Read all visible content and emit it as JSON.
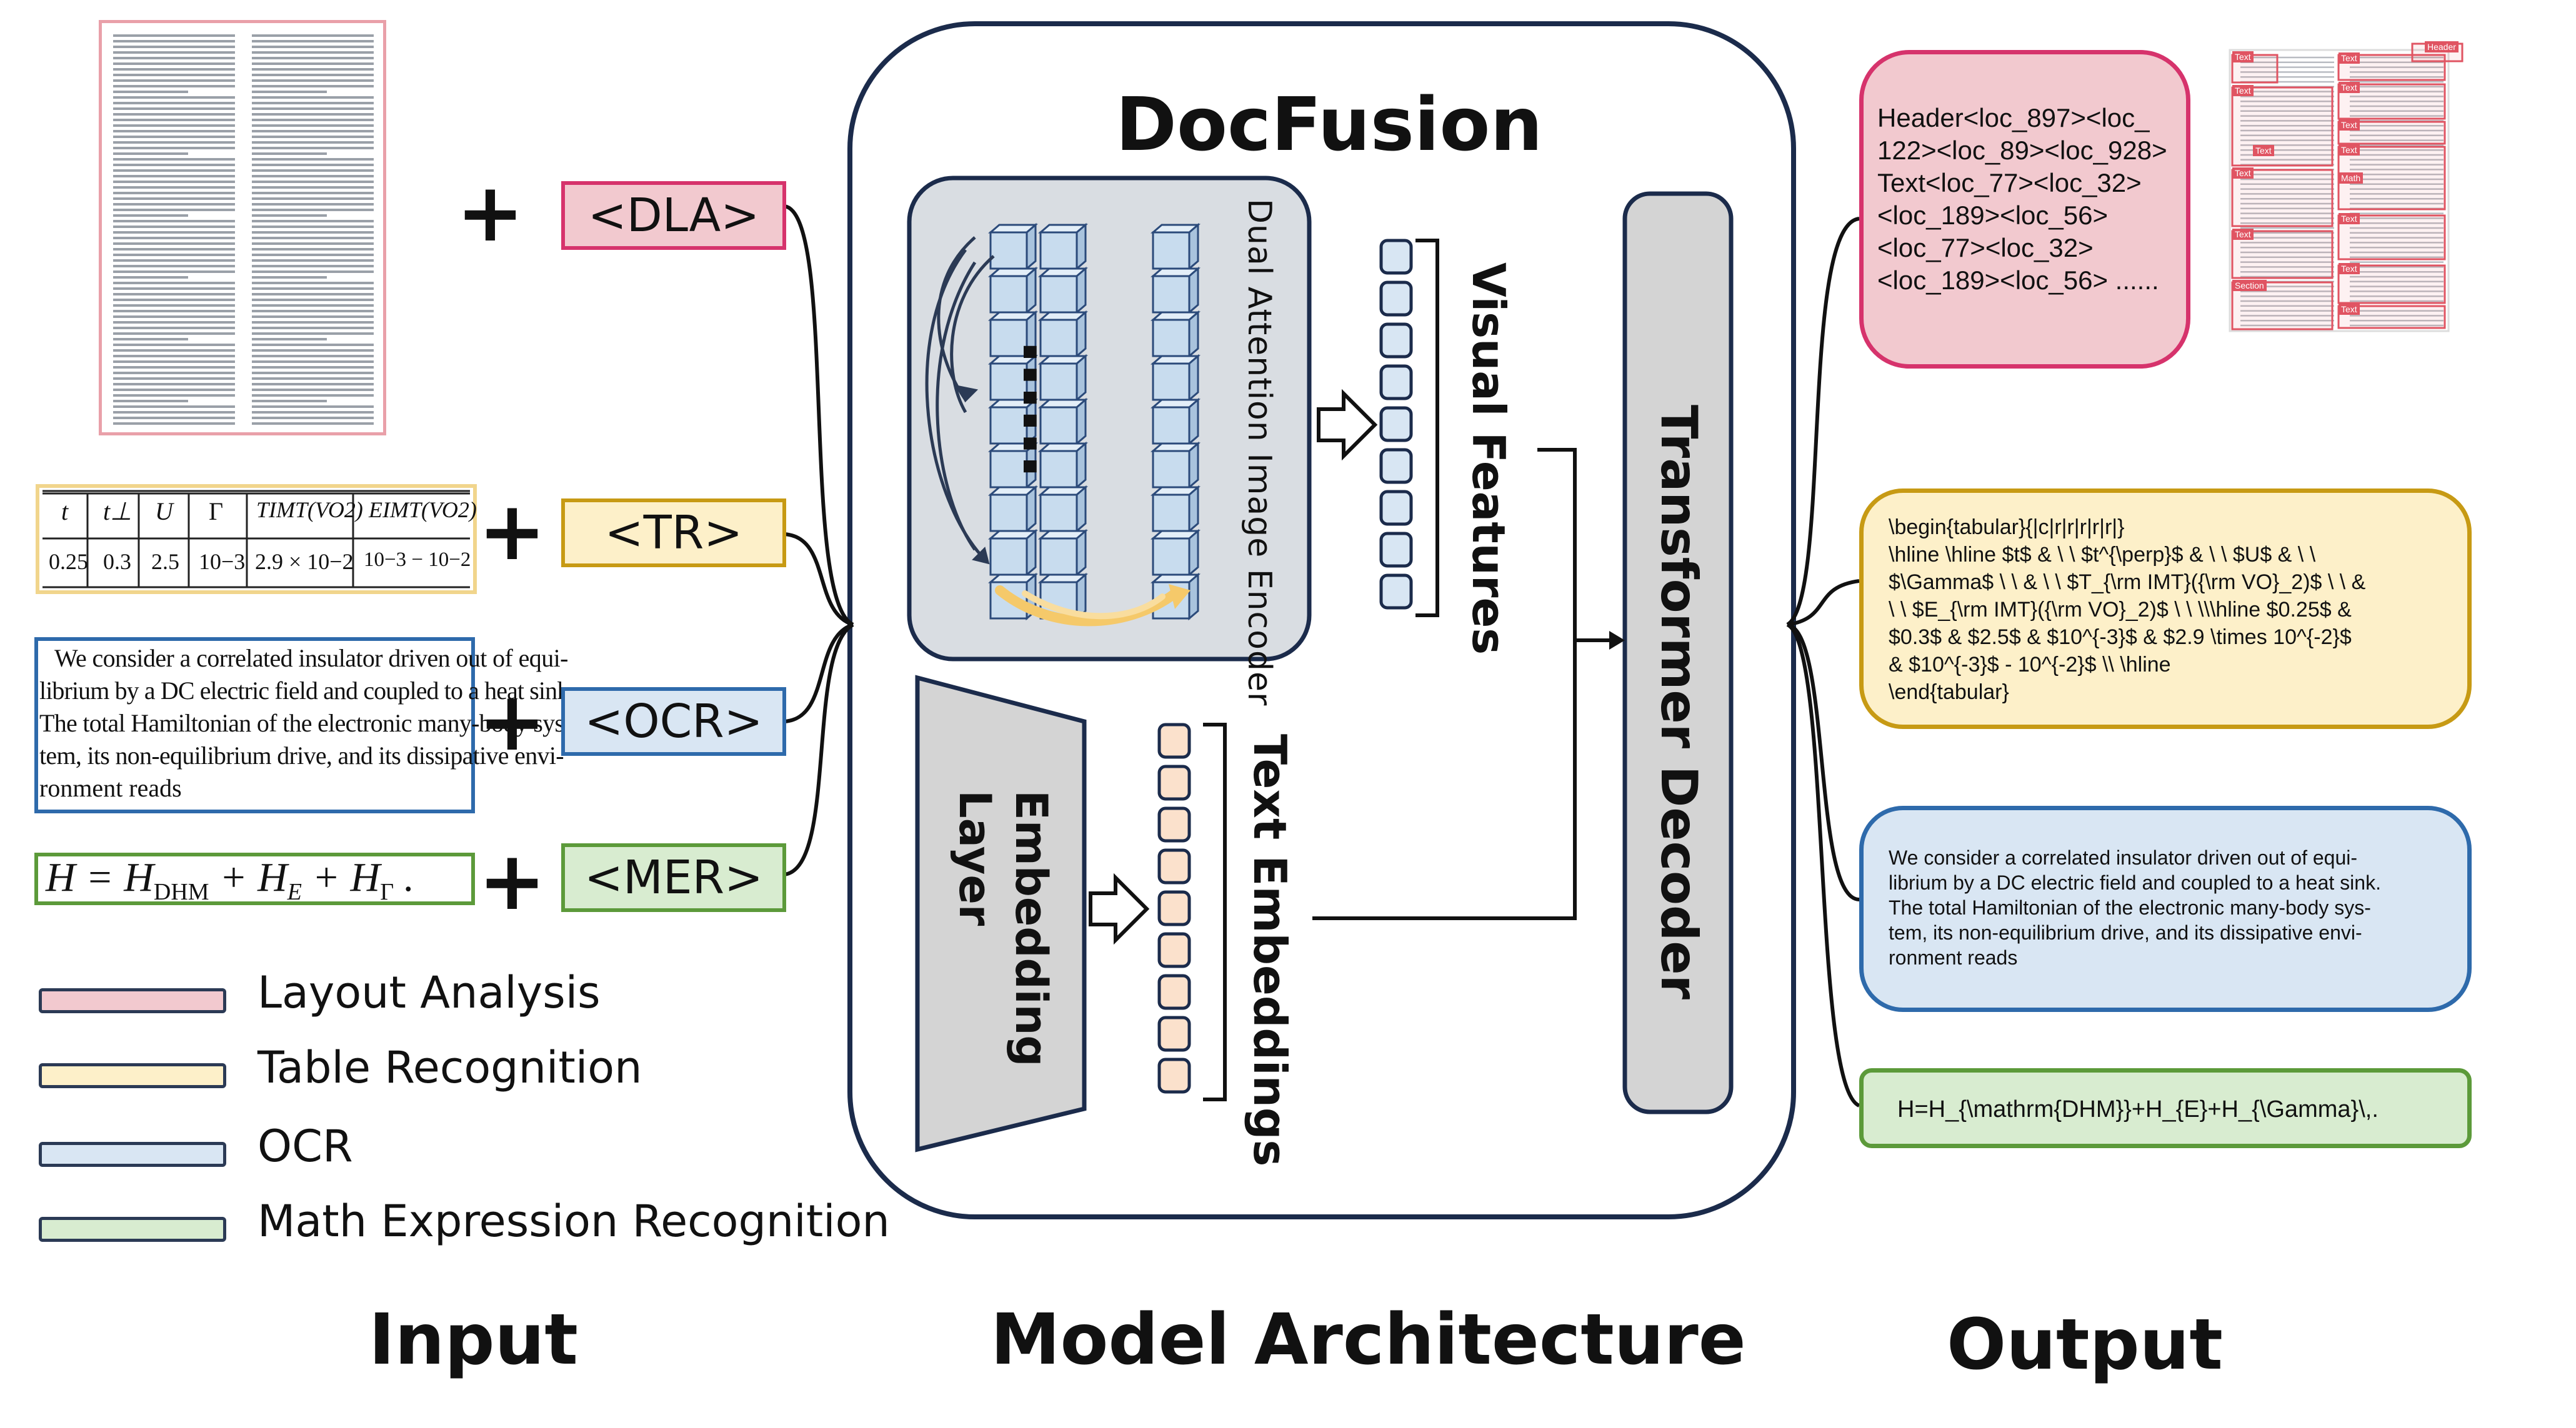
{
  "colors": {
    "dla_border": "#d6336c",
    "dla_fill": "#f2c9cf",
    "tr_border": "#c79a14",
    "tr_fill": "#fdf0c9",
    "ocr_border": "#2e6aab",
    "ocr_fill": "#d9e6f3",
    "mer_border": "#5c9a3a",
    "mer_fill": "#d8ecd0",
    "panel_border": "#1b2b4b",
    "encoder_fill": "#d9dde2",
    "cube_fill": "#c8dcee",
    "cube_edge": "#2b4a7a",
    "emb_fill": "#fbe1cc",
    "decoder_fill": "#d4d4d4"
  },
  "input": {
    "tokens": {
      "dla": "<DLA>",
      "tr": "<TR>",
      "ocr": "<OCR>",
      "mer": "<MER>"
    },
    "plus": "+",
    "table": {
      "headers": [
        "t",
        "t⊥",
        "U",
        "Γ",
        "TIMT(VO2)",
        "EIMT(VO2)"
      ],
      "row": [
        "0.25",
        "0.3",
        "2.5",
        "10−3",
        "2.9 × 10−2",
        "10−3 − 10−2"
      ]
    },
    "ocr_lines": [
      "We consider a correlated insulator driven out of equi-",
      "librium by a DC electric field and coupled to a heat sink.",
      "The total Hamiltonian of the electronic many-body sys-",
      "tem, its non-equilibrium drive, and its dissipative envi-",
      "ronment reads"
    ],
    "formula": "H = H",
    "formula_sub1": "DHM",
    "formula_mid": " + H",
    "formula_sub2": "E",
    "formula_mid2": " + H",
    "formula_sub3": "Γ",
    "formula_end": " ."
  },
  "legend": [
    {
      "label": "Layout Analysis",
      "color": "#f2c9cf"
    },
    {
      "label": "Table Recognition",
      "color": "#fdf0c9"
    },
    {
      "label": "OCR",
      "color": "#d9e6f3"
    },
    {
      "label": "Math Expression Recognition",
      "color": "#d8ecd0"
    }
  ],
  "model": {
    "title": "DocFusion",
    "encoder_label": "Dual Attention Image Encoder",
    "visual_label": "Visual Features",
    "embedding_label": "Embedding Layer",
    "text_emb_label": "Text Embeddings",
    "decoder_label": "Transformer Decoder",
    "ellipsis": "……"
  },
  "output": {
    "dla_lines": [
      "Header<loc_897><loc_",
      "122><loc_89><loc_928>",
      "Text<loc_77><loc_32>",
      "<loc_189><loc_56>",
      "<loc_77><loc_32>",
      "<loc_189><loc_56> ......"
    ],
    "tr_lines": [
      "\\begin{tabular}{|c|r|r|r|r|r|}",
      "\\hline \\hline $t$ & \\ \\ $t^{\\perp}$ & \\ \\ $U$ & \\ \\",
      "$\\Gamma$ \\ \\ & \\ \\ $T_{\\rm IMT}({\\rm VO}_2)$ \\ \\ &",
      "\\ \\ $E_{\\rm IMT}({\\rm VO}_2)$ \\ \\ \\\\\\hline $0.25$ &",
      "$0.3$ & $2.5$ & $10^{-3}$ & $2.9 \\times 10^{-2}$",
      "& $10^{-3}$ - 10^{-2}$ \\\\ \\hline",
      "\\end{tabular}"
    ],
    "ocr_lines": [
      "We consider a correlated insulator driven out of equi-",
      "librium by a DC electric field and coupled to a heat sink.",
      "The total Hamiltonian of the electronic many-body sys-",
      "tem, its non-equilibrium drive, and its dissipative envi-",
      "ronment reads"
    ],
    "mer_text": "H=H_{\\mathrm{DHM}}+H_{E}+H_{\\Gamma}\\,.",
    "thumb_tags": [
      "Header",
      "Text",
      "Text",
      "Text",
      "Text",
      "Section",
      "Text",
      "Text",
      "Text",
      "Text",
      "Math",
      "Text",
      "Text",
      "Text",
      "Text"
    ]
  },
  "captions": {
    "input": "Input",
    "model": "Model Architecture",
    "output": "Output"
  }
}
